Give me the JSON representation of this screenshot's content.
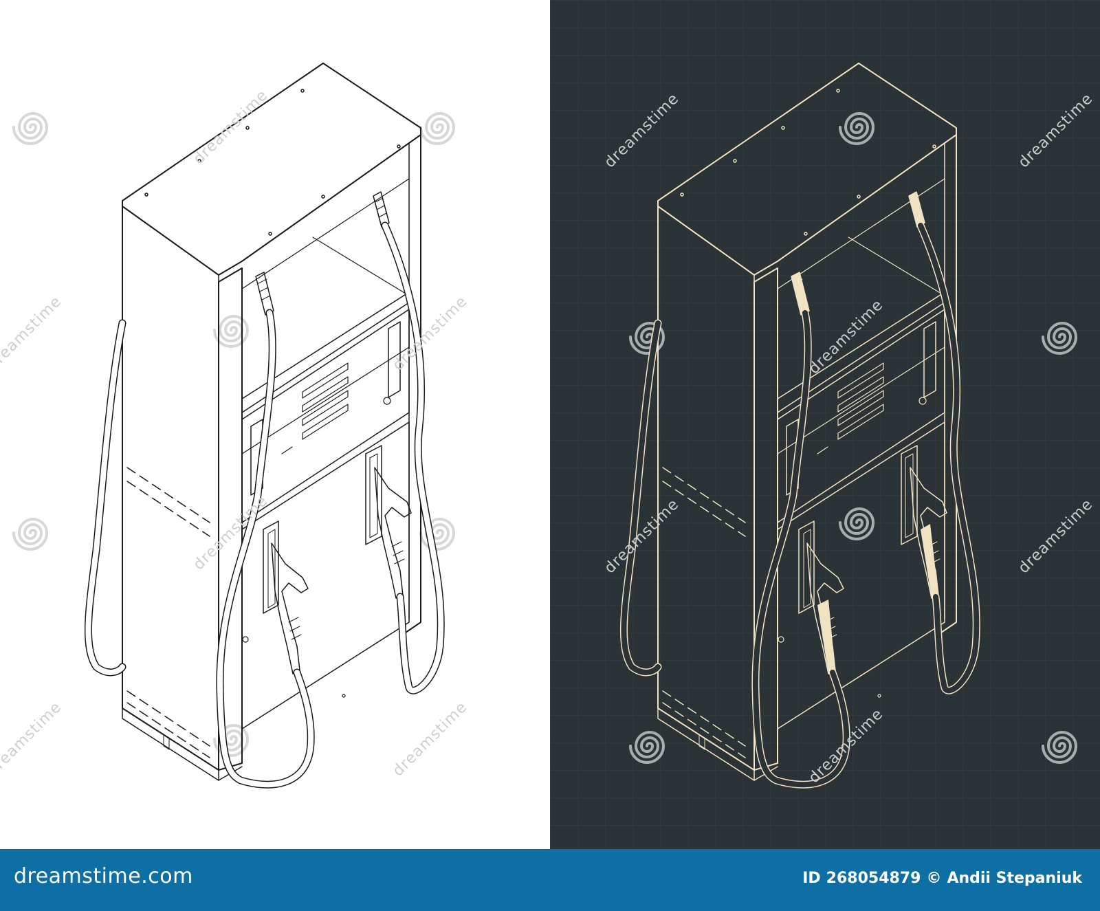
{
  "watermark": {
    "text": "dreamstime"
  },
  "footer": {
    "logo_text": "dreamstime.com",
    "id_label": "ID",
    "id_number": "268054879",
    "copyright_symbol": "©",
    "author": "Andii Stepaniuk"
  },
  "colors": {
    "left_background": "#ffffff",
    "left_lines": "#1a1a1a",
    "right_background": "#2b3236",
    "right_lines": "#efe3c4",
    "right_fill_accent": "#efe3c4",
    "footer_background": "#0d6fa3",
    "footer_text": "#ffffff"
  }
}
